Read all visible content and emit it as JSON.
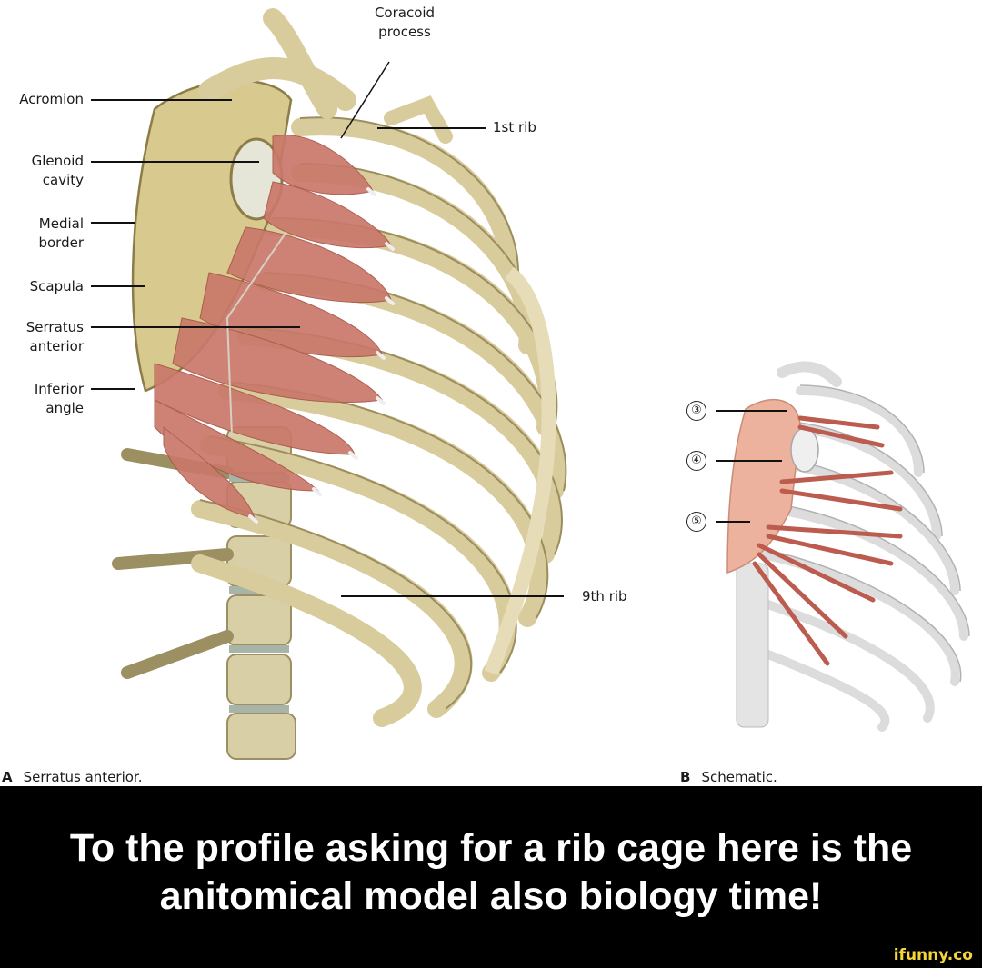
{
  "figure": {
    "labels": {
      "coracoid": "Coracoid\nprocess",
      "acromion": "Acromion",
      "glenoid": "Glenoid\ncavity",
      "medial": "Medial\nborder",
      "scapula": "Scapula",
      "serratus": "Serratus\nanterior",
      "inferior": "Inferior\nangle",
      "rib1": "1st rib",
      "rib9": "9th rib"
    },
    "schematic_markers": [
      "③",
      "④",
      "⑤"
    ],
    "caption_a_letter": "A",
    "caption_a": "Serratus anterior.",
    "caption_b_letter": "B",
    "caption_b": "Schematic."
  },
  "meme": {
    "line1": "To the profile asking for a rib cage here is the",
    "line2": "anitomical model also biology time!"
  },
  "watermark": "ifunny.co"
}
